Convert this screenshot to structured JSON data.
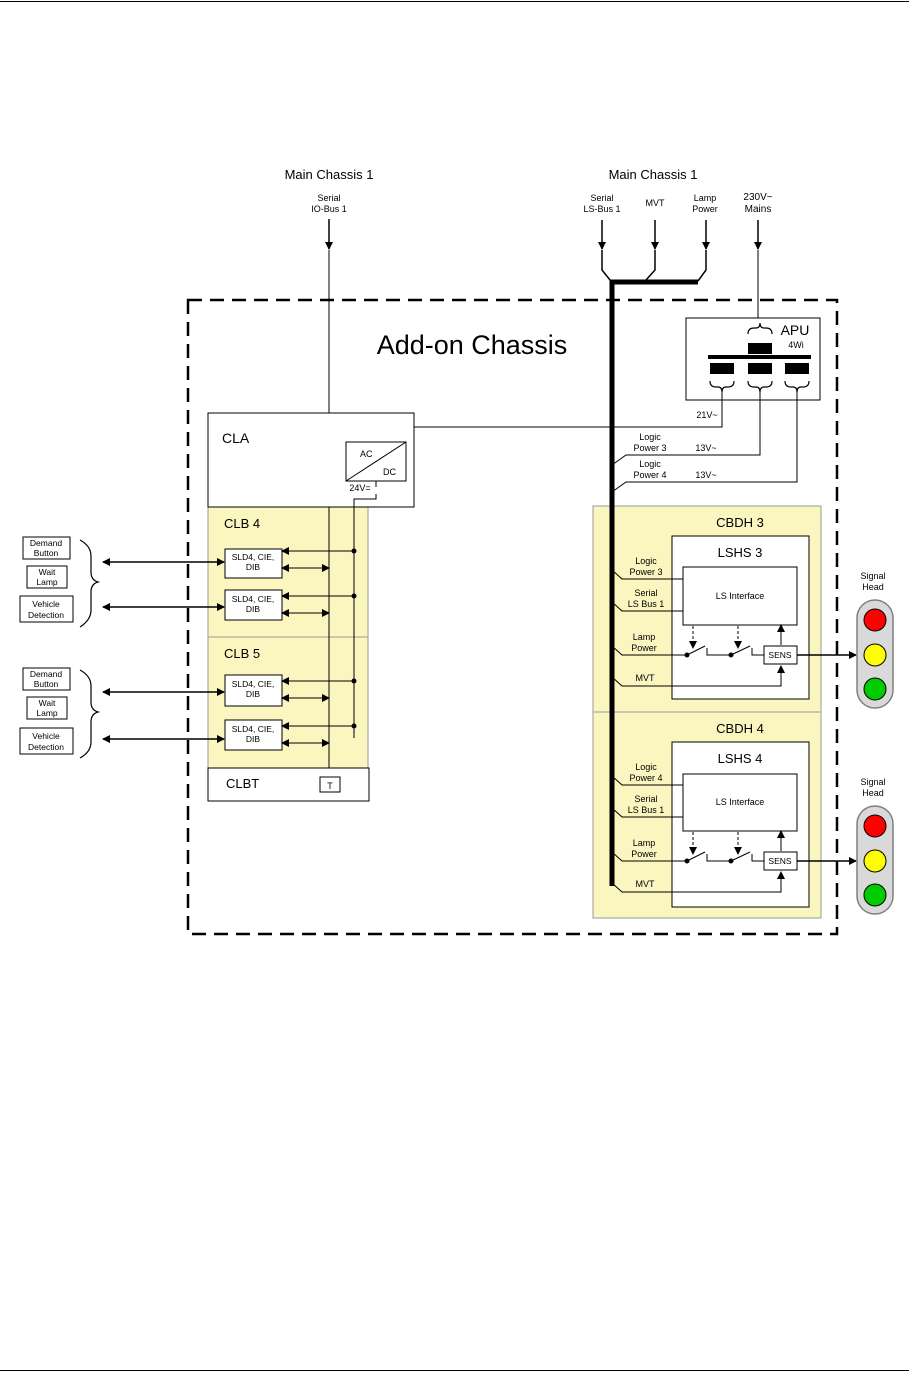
{
  "header": {
    "top_rule": true
  },
  "footer": {
    "bottom_rule": true
  },
  "diagram": {
    "top_left": {
      "title": "Main Chassis 1",
      "serial": "Serial",
      "iobus": "IO-Bus 1"
    },
    "top_right": {
      "title": "Main Chassis 1",
      "serial": "Serial",
      "lsbus": "LS-Bus 1",
      "mvt": "MVT",
      "lamp": "Lamp",
      "power": "Power",
      "mains_v": "230V~",
      "mains": "Mains"
    },
    "chassis_title": "Add-on Chassis",
    "apu": {
      "label": "APU",
      "sub": "4Wi",
      "out1": "21V~"
    },
    "logic3": {
      "l1": "Logic",
      "l2": "Power 3",
      "v": "13V~"
    },
    "logic4": {
      "l1": "Logic",
      "l2": "Power 4",
      "v": "13V~"
    },
    "cla": {
      "label": "CLA",
      "ac": "AC",
      "dc": "DC",
      "out": "24V="
    },
    "clb4": {
      "label": "CLB 4"
    },
    "clb5": {
      "label": "CLB 5"
    },
    "clbt": {
      "label": "CLBT",
      "t": "T"
    },
    "slot": {
      "l1": "SLD4, CIE,",
      "l2": "DIB"
    },
    "ext": {
      "demand1": "Demand",
      "demand2": "Button",
      "wait1": "Wait",
      "wait2": "Lamp",
      "veh1": "Vehicle",
      "veh2": "Detection"
    },
    "cbdh3": {
      "label": "CBDH 3",
      "lshs": "LSHS 3",
      "logic1": "Logic",
      "logic2": "Power 3"
    },
    "cbdh4": {
      "label": "CBDH 4",
      "lshs": "LSHS 4",
      "logic1": "Logic",
      "logic2": "Power 4"
    },
    "common": {
      "serial1": "Serial",
      "serial2": "LS Bus 1",
      "lsif": "LS Interface",
      "lamp1": "Lamp",
      "lamp2": "Power",
      "mvt": "MVT",
      "sens": "SENS",
      "sig1": "Signal",
      "sig2": "Head"
    },
    "colors": {
      "yellow_panel": "#fbf5c0",
      "red": "#ff0000",
      "yellow": "#ffff00",
      "green": "#00cc00",
      "housing": "#d9d9d9"
    }
  }
}
